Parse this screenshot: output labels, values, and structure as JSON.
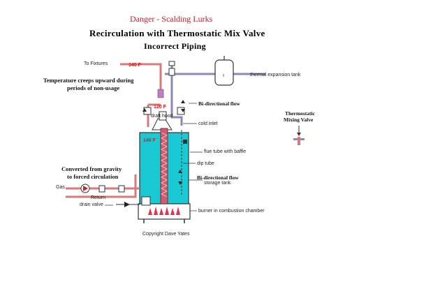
{
  "header": {
    "danger": "Danger - Scalding Lurks",
    "title": "Recirculation with Thermostatic Mix Valve",
    "subtitle": "Incorrect Piping"
  },
  "labels": {
    "to_fixtures": "To Fixtures",
    "temp_hot": "140 F",
    "temp_mix": "120 F",
    "temp_tank": "140 F",
    "creep_line1": "Temperature creeps upward during",
    "creep_line2": "periods of non-usage",
    "thermal_expansion": "thermal expansion tank",
    "bidir_flow_1": "Bi-directional flow",
    "bidir_flow_2": "Bi-directional flow",
    "draft_hood": "draft hood",
    "cold_inlet": "cold inlet",
    "flue_tube": "flue tube with baffle",
    "dip_tube": "dip tube",
    "storage_tank": "storage tank",
    "burner": "burner in combustion chamber",
    "mixing_valve_line1": "Thermostatic",
    "mixing_valve_line2": "Mixing Valve",
    "converted_line1": "Converted from gravity",
    "converted_line2": "to forced circulation",
    "gas": "Gas",
    "return": "Return",
    "drain_valve": "drain valve",
    "copyright": "Copyright Dave Yates"
  },
  "colors": {
    "tank": "#19c9d4",
    "hot_pipe": "#d97a7a",
    "cold_pipe": "#8a8ab8",
    "flame": "#e8304a",
    "danger": "#c0212b"
  }
}
